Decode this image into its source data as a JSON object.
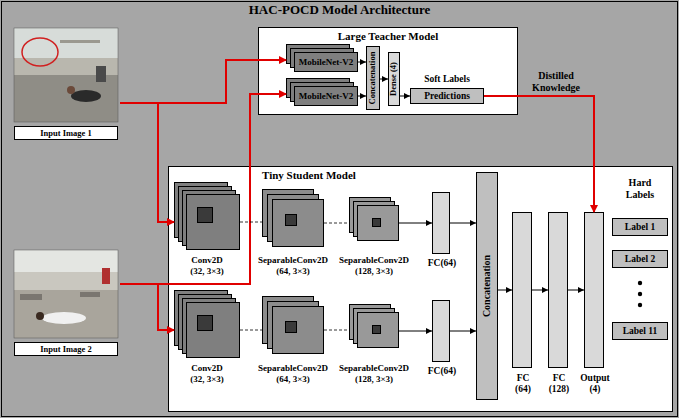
{
  "diagram": {
    "title": "HAC-POCD Model Architecture",
    "nodes": [
      {
        "text": [
          "Input Image 1"
        ]
      },
      {
        "text": [
          "Input Image 2"
        ]
      },
      {
        "text": [
          "Large Teacher Model"
        ]
      },
      {
        "text": [
          "MobileNet-V2"
        ],
        "in": 2
      },
      {
        "text": [
          "MobileNet-V2"
        ],
        "in": 2
      },
      {
        "text": [
          "Concatenation"
        ],
        "in": 2
      },
      {
        "text": [
          "Dense (4)"
        ],
        "in": 2
      },
      {
        "text": [
          "Soft Labels",
          "Predictions"
        ],
        "in": 2
      },
      {
        "text": [
          "Tiny Student Model"
        ]
      },
      {
        "text": [
          "Conv2D (32, 3×3)"
        ],
        "in": 8
      },
      {
        "text": [
          "SeparableConv2D (64, 3×3)"
        ],
        "in": 8
      },
      {
        "text": [
          "SeparableConv2D (128, 3×3)"
        ],
        "in": 8
      },
      {
        "text": [
          "FC(64)"
        ],
        "in": 8
      },
      {
        "text": [
          "Conv2D (32, 3×3)"
        ],
        "in": 8
      },
      {
        "text": [
          "SeparableConv2D (64, 3×3)"
        ],
        "in": 8
      },
      {
        "text": [
          "SeparableConv2D (128, 3×3)"
        ],
        "in": 8
      },
      {
        "text": [
          "FC(64)"
        ],
        "in": 8
      },
      {
        "text": [
          "Concatenation"
        ],
        "in": 8
      },
      {
        "text": [
          "FC (64)"
        ],
        "in": 8
      },
      {
        "text": [
          "FC (128)"
        ],
        "in": 8
      },
      {
        "text": [
          "Output (4)"
        ],
        "in": 8
      },
      {
        "text": [
          "Label 1"
        ],
        "in": 8
      },
      {
        "text": [
          "Label 2"
        ],
        "in": 8
      },
      {
        "text": [
          "Label 11"
        ],
        "in": 8
      }
    ],
    "edges": [
      {
        "from": 0,
        "to": 3,
        "arrow": "to"
      },
      {
        "from": 0,
        "to": 9,
        "arrow": "to"
      },
      {
        "from": 1,
        "to": 4,
        "arrow": "to"
      },
      {
        "from": 1,
        "to": 13,
        "arrow": "to"
      },
      {
        "from": 3,
        "to": 5,
        "arrow": "to"
      },
      {
        "from": 4,
        "to": 5,
        "arrow": "to"
      },
      {
        "from": 5,
        "to": 6,
        "arrow": "to"
      },
      {
        "from": 6,
        "to": 7,
        "arrow": "to"
      },
      {
        "from": 7,
        "to": 20,
        "label": "Distilled Knowledge",
        "arrow": "to"
      },
      {
        "from": 9,
        "to": 10,
        "arrow": "none"
      },
      {
        "from": 10,
        "to": 11,
        "arrow": "none"
      },
      {
        "from": 11,
        "to": 12,
        "arrow": "to"
      },
      {
        "from": 13,
        "to": 14,
        "arrow": "none"
      },
      {
        "from": 14,
        "to": 15,
        "arrow": "none"
      },
      {
        "from": 15,
        "to": 16,
        "arrow": "to"
      },
      {
        "from": 12,
        "to": 17,
        "arrow": "to"
      },
      {
        "from": 16,
        "to": 17,
        "arrow": "to"
      },
      {
        "from": 17,
        "to": 18,
        "arrow": "to"
      },
      {
        "from": 18,
        "to": 19,
        "arrow": "to"
      },
      {
        "from": 19,
        "to": 20,
        "arrow": "to"
      }
    ],
    "labels": [
      "Hard Labels"
    ]
  }
}
